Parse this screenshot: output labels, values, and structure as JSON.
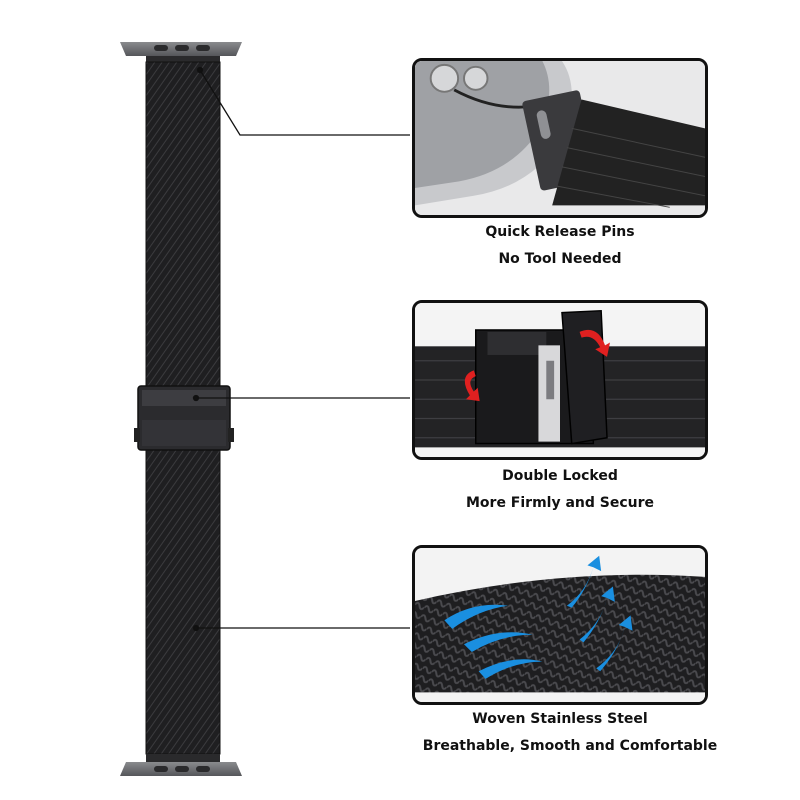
{
  "colors": {
    "mesh": "#1d1d1f",
    "mesh_highlight": "#3a3a3d",
    "connector": "#6d6e71",
    "arrow_red": "#e02020",
    "arrow_blue": "#1a8fe0",
    "panel_border": "#111111"
  },
  "features": [
    {
      "title": "Quick Release Pins",
      "subtitle": "No Tool Needed",
      "icon": "quick-release-pins-photo"
    },
    {
      "title": "Double Locked",
      "subtitle": "More Firmly and Secure",
      "icon": "double-lock-clasp-photo"
    },
    {
      "title": "Woven Stainless Steel",
      "subtitle": "Breathable, Smooth and Comfortable",
      "icon": "woven-mesh-photo"
    }
  ]
}
